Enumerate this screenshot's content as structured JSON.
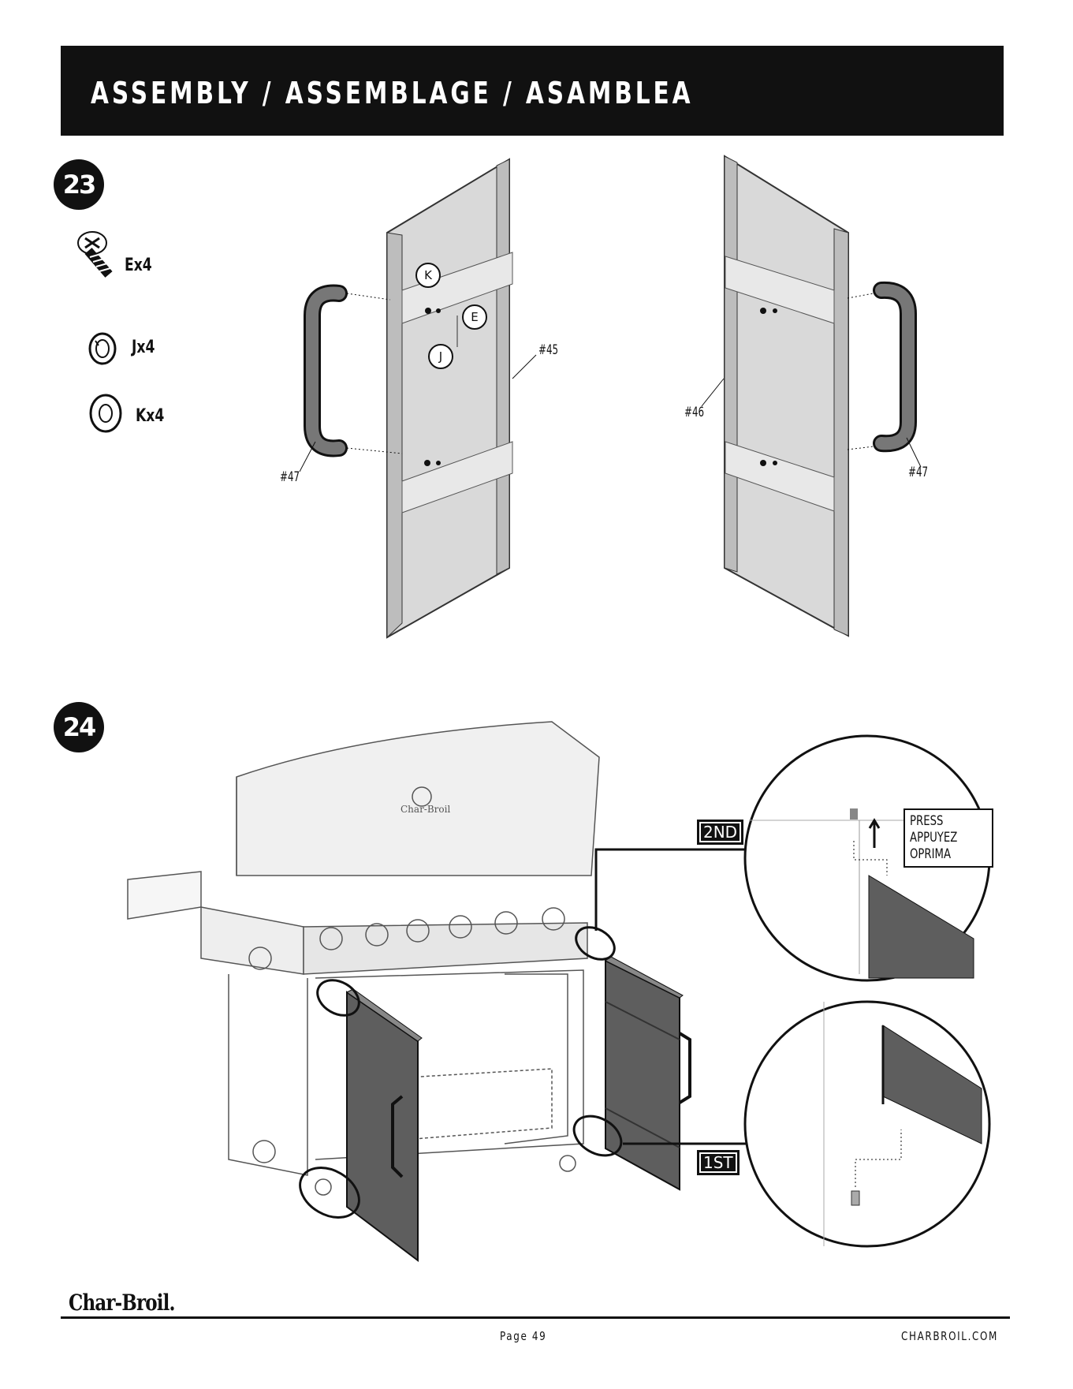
{
  "header": {
    "title": "ASSEMBLY / ASSEMBLAGE / ASAMBLEA"
  },
  "step23": {
    "number": "23",
    "hardware": [
      {
        "icon": "screw-icon",
        "qty": "Ex4"
      },
      {
        "icon": "lock-washer-icon",
        "qty": "Jx4"
      },
      {
        "icon": "flat-washer-icon",
        "qty": "Kx4"
      }
    ],
    "callouts": [
      "K",
      "E",
      "J"
    ],
    "parts": {
      "left_door": "#45",
      "right_door": "#46",
      "handle_left": "#47",
      "handle_right": "#47"
    }
  },
  "step24": {
    "number": "24",
    "order_first": "1ST",
    "order_second": "2ND",
    "press": [
      "PRESS",
      "APPUYEZ",
      "OPRIMA"
    ],
    "grill_emblem": "Char-Broil"
  },
  "footer": {
    "brand": "Char-Broil.",
    "page": "Page 49",
    "site": "CHARBROIL.COM"
  },
  "colors": {
    "header_bg": "#111111",
    "panel_gray": "#d9d9d9",
    "door_gray": "#5e5e5e"
  }
}
